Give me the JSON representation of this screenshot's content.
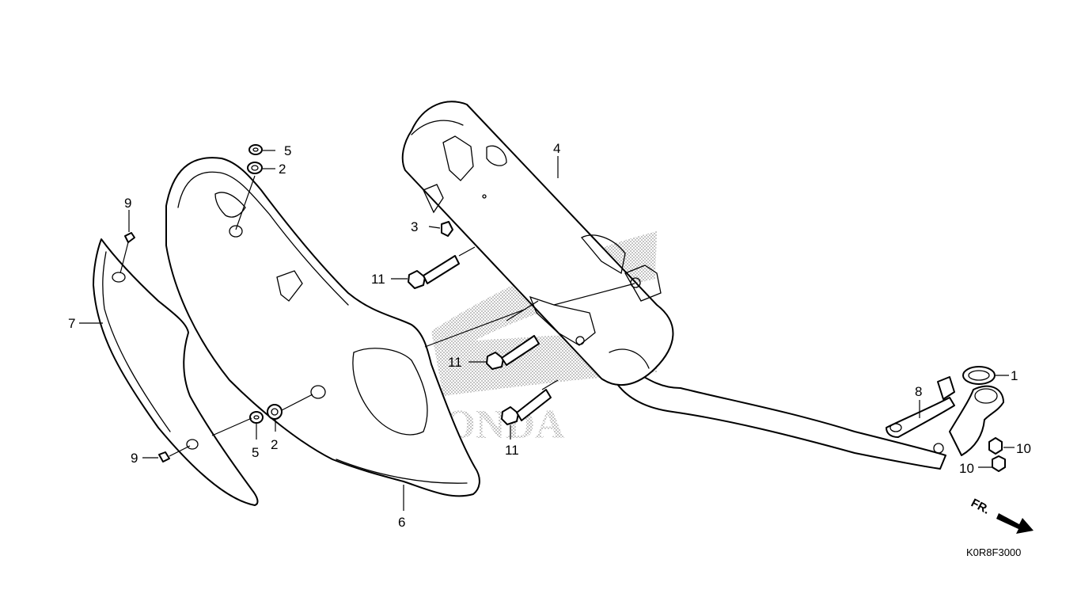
{
  "diagram": {
    "callouts": {
      "c1": "1",
      "c2a": "2",
      "c2b": "2",
      "c3": "3",
      "c4": "4",
      "c5a": "5",
      "c5b": "5",
      "c6": "6",
      "c7": "7",
      "c8": "8",
      "c9a": "9",
      "c9b": "9",
      "c10a": "10",
      "c10b": "10",
      "c11a": "11",
      "c11b": "11",
      "c11c": "11"
    },
    "direction_label": "FR.",
    "drawing_code": "K0R8F3000",
    "watermark": "HONDA"
  }
}
